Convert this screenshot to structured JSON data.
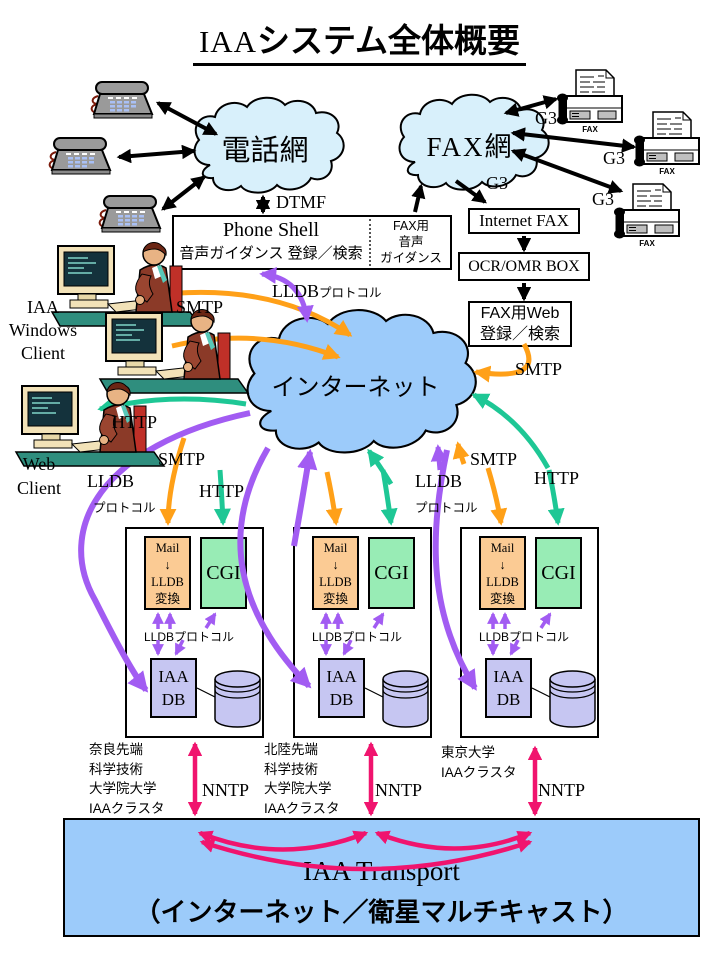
{
  "title": {
    "prefix": "IAA",
    "main": "システム全体概要"
  },
  "clouds": {
    "phone": "電話網",
    "fax": "FAX網",
    "internet": "インターネット"
  },
  "protocols": {
    "dtmf": "DTMF",
    "g3": "G3",
    "smtp": "SMTP",
    "http": "HTTP",
    "lldb": "LLDB",
    "lldb_katakana": "プロトコル",
    "nntp": "NNTP"
  },
  "boxes": {
    "phone_shell": {
      "title": "Phone Shell",
      "subtitle": "音声ガイダンス 登録／検索",
      "side": "FAX用\n音声\nガイダンス"
    },
    "internet_fax": "Internet FAX",
    "ocr_omr": "OCR/OMR BOX",
    "fax_web": "FAX用Web\n登録／検索"
  },
  "clients": {
    "windows": "IAA\nWindows\nClient",
    "web": "Web\nClient"
  },
  "devices": {
    "fax_label": "FAX"
  },
  "clusters": [
    {
      "mail": "Mail\n↓\nLLDB\n変換",
      "cgi": "CGI",
      "lldb_label": "LLDBプロトコル",
      "db": "IAA\nDB",
      "site": "奈良先端\n科学技術\n大学院大学\nIAAクラスタ",
      "nntp": "NNTP"
    },
    {
      "mail": "Mail\n↓\nLLDB\n変換",
      "cgi": "CGI",
      "lldb_label": "LLDBプロトコル",
      "db": "IAA\nDB",
      "site": "北陸先端\n科学技術\n大学院大学\nIAAクラスタ",
      "nntp": "NNTP"
    },
    {
      "mail": "Mail\n↓\nLLDB\n変換",
      "cgi": "CGI",
      "lldb_label": "LLDBプロトコル",
      "db": "IAA\nDB",
      "site": "東京大学\nIAAクラスタ",
      "nntp": "NNTP"
    }
  ],
  "transport": {
    "line1": "IAA Transport",
    "line2": "（インターネット／衛星マルチキャスト）"
  },
  "colors": {
    "orange": "#FFA018",
    "teal": "#1EC795",
    "purple": "#A25CF2",
    "pink": "#F0146E",
    "cloud_light": "#D8F0FB",
    "cloud_mid": "#9CCBFA",
    "mail_box": "#FBCB94",
    "cgi_box": "#98ECB5",
    "db_box": "#C6C6F2"
  }
}
